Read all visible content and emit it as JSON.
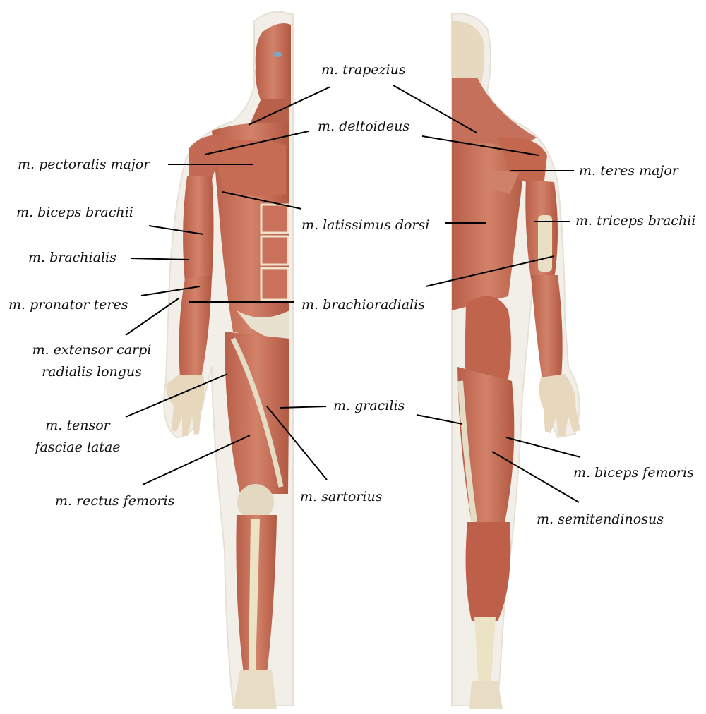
{
  "figure": {
    "views": [
      "anterior-view",
      "posterior-view"
    ],
    "colors": {
      "muscle": "#c8735e",
      "muscle_dark": "#a9513f",
      "muscle_light": "#dc8f78",
      "tendon": "#ece2c4",
      "skin_outline": "#f1ede8",
      "leader_line": "#000000"
    }
  },
  "labels": {
    "trapezius": "m. trapezius",
    "deltoideus": "m. deltoideus",
    "pectoralis_major": "m. pectoralis major",
    "teres_major": "m. teres major",
    "biceps_brachii": "m. biceps brachii",
    "latissimus_dorsi": "m. latissimus dorsi",
    "triceps_brachii": "m. triceps brachii",
    "brachialis": "m. brachialis",
    "brachioradialis": "m. brachioradialis",
    "pronator_teres": "m. pronator teres",
    "ext_carpi_line1": "m. extensor carpi",
    "ext_carpi_line2": "radialis longus",
    "tensor_line1": "m. tensor",
    "tensor_line2": "fasciae latae",
    "gracilis": "m. gracilis",
    "rectus_femoris": "m. rectus femoris",
    "sartorius": "m. sartorius",
    "biceps_femoris": "m. biceps femoris",
    "semitendinosus": "m. semitendinosus"
  }
}
